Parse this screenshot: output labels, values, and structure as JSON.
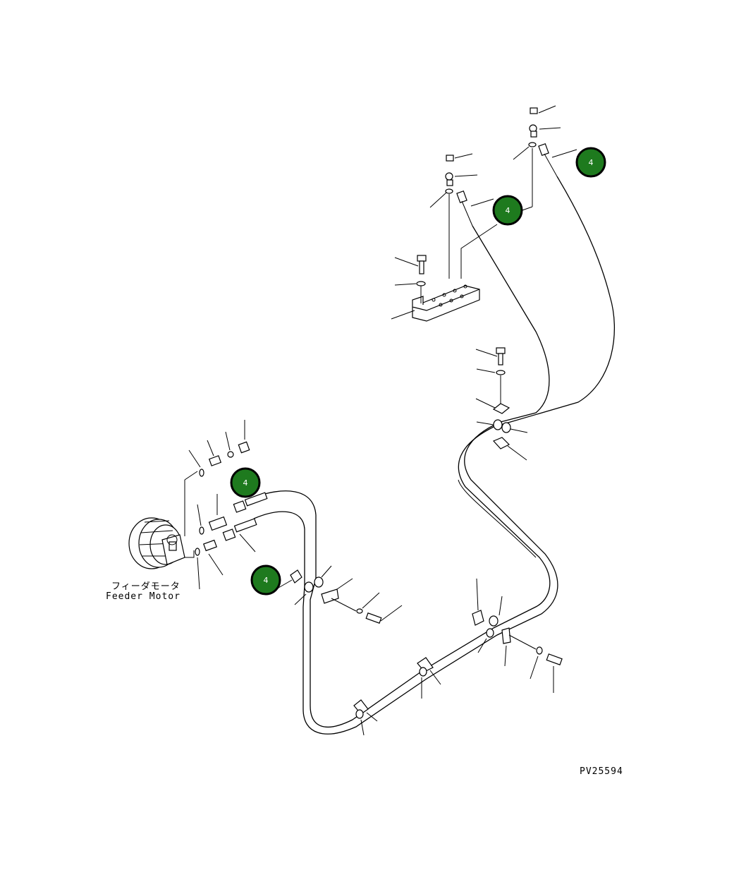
{
  "drawing": {
    "feeder_motor_label_jp": "フィーダモータ",
    "feeder_motor_label_en": "Feeder Motor",
    "drawing_number": "PV25594"
  },
  "callouts": [
    {
      "text": "4"
    },
    {
      "text": "4"
    },
    {
      "text": "4"
    },
    {
      "text": "4"
    }
  ],
  "colors": {
    "callout_fill": "#1e7a1e",
    "callout_stroke": "#000000",
    "line": "#000000",
    "background": "#ffffff"
  }
}
